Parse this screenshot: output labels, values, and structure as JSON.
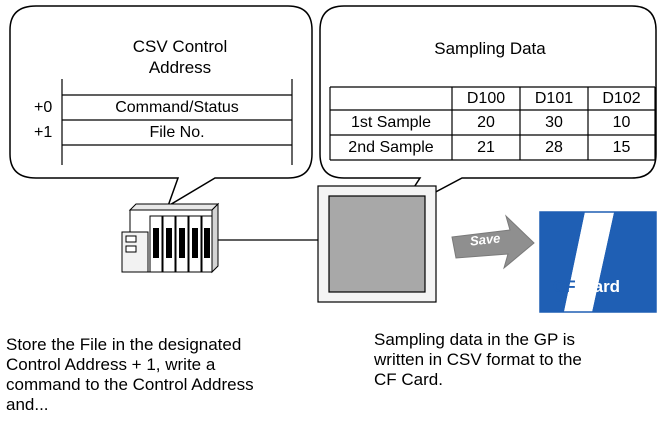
{
  "csv_bubble": {
    "title_line1": "CSV Control",
    "title_line2": "Address",
    "rows": [
      {
        "offset": "+0",
        "label": "Command/Status"
      },
      {
        "offset": "+1",
        "label": "File No."
      }
    ]
  },
  "sampling_bubble": {
    "title": "Sampling Data",
    "columns": [
      "",
      "D100",
      "D101",
      "D102"
    ],
    "rows": [
      {
        "label": "1st Sample",
        "values": [
          "20",
          "30",
          "10"
        ]
      },
      {
        "label": "2nd Sample",
        "values": [
          "21",
          "28",
          "15"
        ]
      }
    ]
  },
  "save_arrow": {
    "label": "Save"
  },
  "cf_card": {
    "label_part1": "CF",
    "label_part2": "-Card"
  },
  "captions": {
    "left": "Store the File in the designated\nControl Address + 1, write a\ncommand to the Control Address\nand...",
    "right": "Sampling data in the GP is\nwritten in CSV format to the\nCF Card."
  },
  "colors": {
    "card_blue": "#1f5fb4",
    "card_white": "#ffffff",
    "arrow_gray": "#8f8f8f",
    "screen_gray": "#a8a8a8"
  }
}
